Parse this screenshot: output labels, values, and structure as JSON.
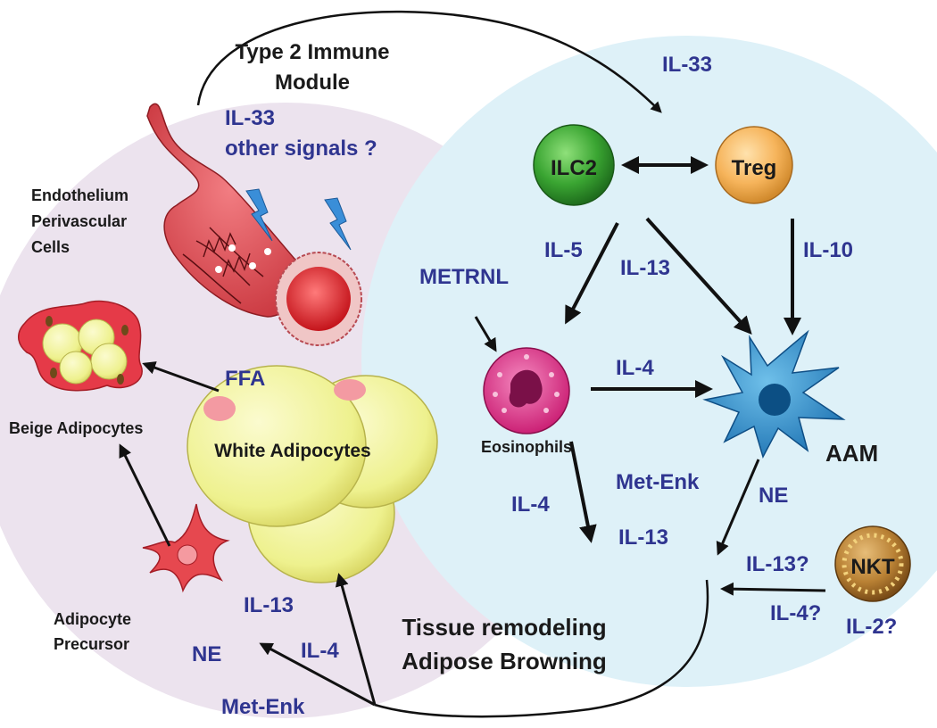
{
  "colors": {
    "signal_text": "#2f3590",
    "label_text": "#1a1a1a",
    "left_region": "#ece3ee",
    "right_region": "#def1f8",
    "arrow": "#111111"
  },
  "titles": {
    "type2_line1": "Type 2 Immune",
    "type2_line2": "Module",
    "remodel_line1": "Tissue remodeling",
    "remodel_line2": "Adipose Browning"
  },
  "cells": {
    "ilc2": "ILC2",
    "treg": "Treg",
    "nkt": "NKT",
    "aam": "AAM",
    "eosinophils": "Eosinophils",
    "white_adipocytes": "White Adipocytes",
    "beige_adipocytes": "Beige Adipocytes",
    "endothelium_line1": "Endothelium",
    "endothelium_line2": "Perivascular",
    "endothelium_line3": "Cells",
    "precursor_line1": "Adipocyte",
    "precursor_line2": "Precursor"
  },
  "signals": {
    "il33_top": "IL-33",
    "il33_vessel": "IL-33",
    "other_signals": "other signals ?",
    "il5": "IL-5",
    "il13_ilc2": "IL-13",
    "il10": "IL-10",
    "metrnl": "METRNL",
    "il4_eos": "IL-4",
    "ffa": "FFA",
    "met_enk_mid": "Met-Enk",
    "ne_mid": "NE",
    "il4_mid": "IL-4",
    "il13_mid": "IL-13",
    "il13q": "IL-13?",
    "il4q": "IL-4?",
    "il2q": "IL-2?",
    "il13_bottom": "IL-13",
    "ne_bottom": "NE",
    "il4_bottom": "IL-4",
    "met_enk_bottom": "Met-Enk"
  }
}
